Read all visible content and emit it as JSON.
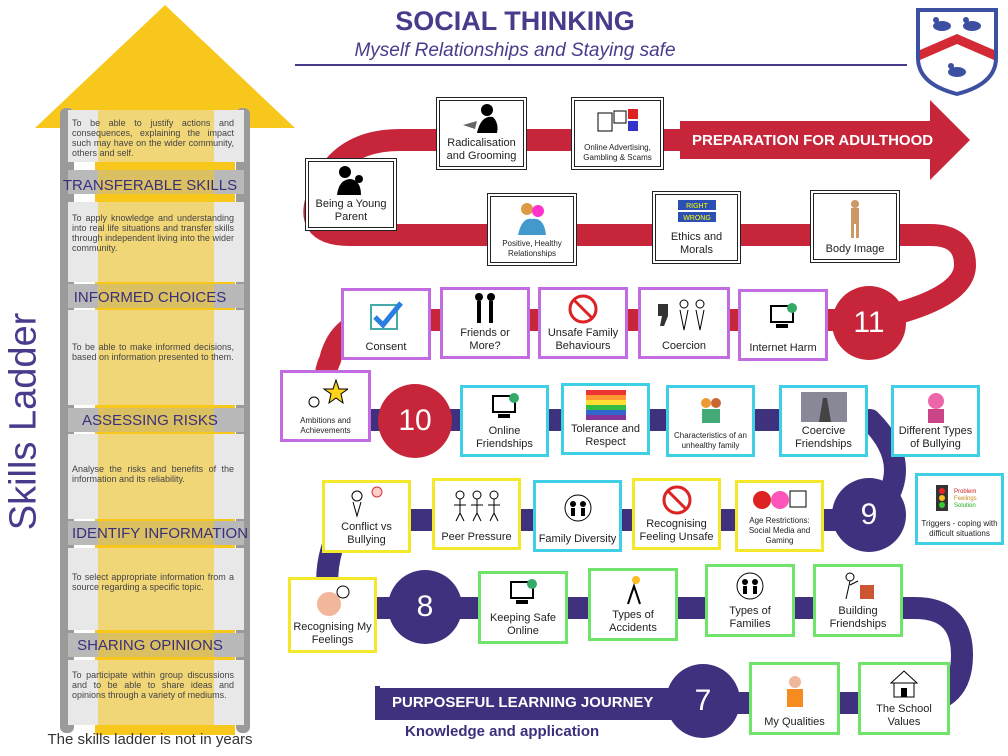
{
  "header": {
    "title": "SOCIAL THINKING",
    "subtitle": "Myself Relationships and Staying safe"
  },
  "ladder": {
    "title": "Skills Ladder",
    "footer": "The skills ladder is not in years",
    "levels": [
      {
        "description": "To be able to justify actions and consequences, explaining the impact such may have on the wider community, others and self.",
        "skill": "TRANSFERABLE SKILLS"
      },
      {
        "description": "To apply knowledge and understanding into real life situations and transfer skills through independent living into the wider community.",
        "skill": "INFORMED CHOICES"
      },
      {
        "description": "To be able to make informed decisions, based on information presented to them.",
        "skill": "ASSESSING RISKS"
      },
      {
        "description": "Analyse the risks and benefits of the information and its reliability.",
        "skill": "IDENTIFY INFORMATION"
      },
      {
        "description": "To select appropriate information from a source regarding a specific topic.",
        "skill": "SHARING OPINIONS"
      },
      {
        "description": "To participate within group discussions and to be able to share ideas and opinions through a variety of mediums.",
        "skill": ""
      }
    ]
  },
  "journey": {
    "end_label": "PREPARATION FOR ADULTHOOD",
    "start_label": "PURPOSEFUL LEARNING JOURNEY",
    "start_sub": "Knowledge and application",
    "years": [
      "11",
      "10",
      "9",
      "8",
      "7"
    ],
    "colors": {
      "red": "#c7263a",
      "purple": "#40317f",
      "arrow": "#f7c71c"
    },
    "post16": [
      "Being a Young Parent",
      "Radicalisation and Grooming",
      "Online Advertising, Gambling & Scams",
      "Positive, Healthy Relationships",
      "Ethics and Morals",
      "Body Image"
    ],
    "year11": [
      "Consent",
      "Friends or More?",
      "Unsafe Family Behaviours",
      "Coercion",
      "Internet Harm"
    ],
    "year10": [
      "Ambitions and Achievements",
      "Online Friendships",
      "Tolerance and Respect",
      "Characteristics of an unhealthy family",
      "Coercive Friendships",
      "Different Types of Bullying"
    ],
    "year9": [
      "Conflict vs Bullying",
      "Peer Pressure",
      "Family Diversity",
      "Recognising Feeling Unsafe",
      "Age Restrictions: Social Media and Gaming",
      "Triggers - coping with difficult situations"
    ],
    "year8": [
      "Recognising My Feelings",
      "Keeping Safe Online",
      "Types of Accidents",
      "Types of Families",
      "Building Friendships"
    ],
    "year7": [
      "My Qualities",
      "The School Values"
    ],
    "sign_text": [
      "RIGHT",
      "WRONG"
    ],
    "traffic_text": [
      "Problem",
      "Feelings",
      "Solution"
    ]
  }
}
